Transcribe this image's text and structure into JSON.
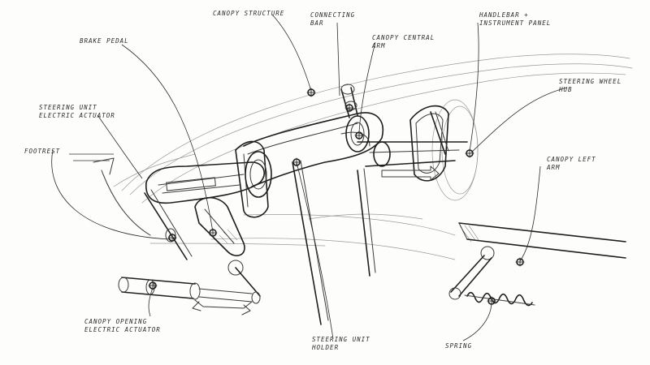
{
  "labels": {
    "canopy_structure": [
      "CANOPY STRUCTURE"
    ],
    "connecting_bar": [
      "CONNECTING",
      "BAR"
    ],
    "canopy_central_arm": [
      "CANOPY CENTRAL",
      "ARM"
    ],
    "handlebar_panel": [
      "HANDLEBAR +",
      "INSTRUMENT PANEL"
    ],
    "brake_pedal": [
      "BRAKE PEDAL"
    ],
    "steering_unit_actuator": [
      "STEERING UNIT",
      "ELECTRIC ACTUATOR"
    ],
    "steering_wheel_hub": [
      "STEERING WHEEL",
      "HUB"
    ],
    "footrest": [
      "FOOTREST"
    ],
    "canopy_left_arm": [
      "CANOPY LEFT",
      "ARM"
    ],
    "canopy_opening_actuator": [
      "CANOPY OPENING",
      "ELECTRIC ACTUATOR"
    ],
    "steering_unit_holder": [
      "STEERING UNIT",
      "HOLDER"
    ],
    "spring": [
      "SPRING"
    ]
  }
}
